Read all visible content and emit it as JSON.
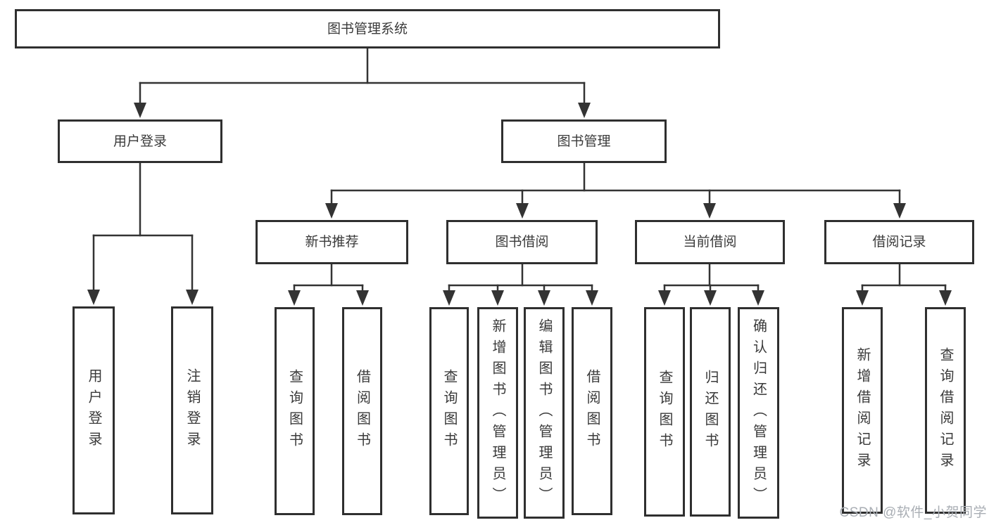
{
  "colors": {
    "line": "#333333",
    "box_border": "#2f2f2f",
    "text": "#3a3a3a",
    "watermark": "#a9aeb4"
  },
  "watermark": "CSDN @软件_小贺同学",
  "nodes": {
    "root": "图书管理系统",
    "user_login": "用户登录",
    "book_mgmt": "图书管理",
    "new_books": "新书推荐",
    "book_borrow": "图书借阅",
    "current_borrow": "当前借阅",
    "borrow_records": "借阅记录",
    "leaf_ul_login": "用户登录",
    "leaf_ul_logout": "注销登录",
    "leaf_nb_query": "查询图书",
    "leaf_nb_borrow": "借阅图书",
    "leaf_bb_query": "查询图书",
    "leaf_bb_add": "新增图书（管理员）",
    "leaf_bb_edit": "编辑图书（管理员）",
    "leaf_bb_borrow": "借阅图书",
    "leaf_cb_query": "查询图书",
    "leaf_cb_return": "归还图书",
    "leaf_cb_confirm": "确认归还（管理员）",
    "leaf_br_add": "新增借阅记录",
    "leaf_br_query": "查询借阅记录"
  }
}
